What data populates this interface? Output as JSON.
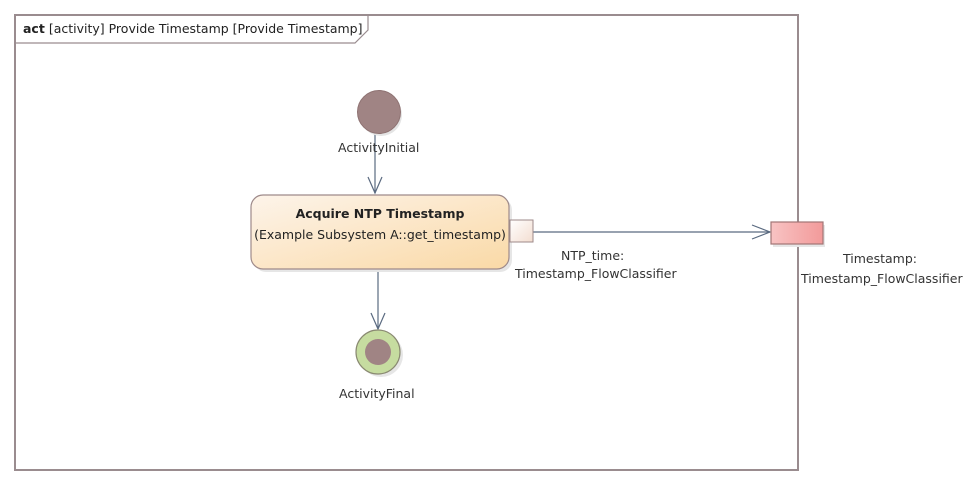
{
  "frame": {
    "keyword": "act",
    "title": "[activity] Provide Timestamp [Provide Timestamp]"
  },
  "initial_node": {
    "label": "ActivityInitial"
  },
  "action": {
    "name": "Acquire NTP Timestamp",
    "subtitle": "(Example Subsystem A::get_timestamp)"
  },
  "output_pin": {
    "label_line1": "NTP_time:",
    "label_line2": "Timestamp_FlowClassifier"
  },
  "parameter_node": {
    "label_line1": "Timestamp:",
    "label_line2": "Timestamp_FlowClassifier"
  },
  "final_node": {
    "label": "ActivityFinal"
  },
  "colors": {
    "frame_border": "#9a8c8f",
    "node_fill": "#a08484",
    "node_stroke": "#7a6060",
    "final_ring": "#c6dca0",
    "action_fill_light": "#fdf4ea",
    "action_fill_dark": "#fad9a6",
    "action_border": "#9e8a8a",
    "param_fill": "#f6aaaa",
    "param_border": "#a27575",
    "edge": "#5a6a80"
  }
}
